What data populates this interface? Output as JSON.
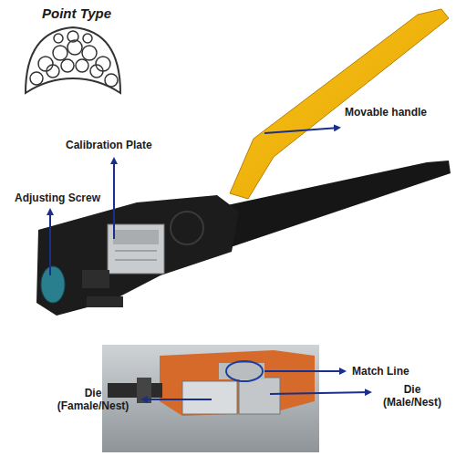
{
  "diagram": {
    "labels": [
      "Point Type",
      "Movable handle",
      "Calibration Plate",
      "Adjusting Screw",
      "Match Line",
      "Die (Famale/Nest)",
      "Die (Male/Nest)"
    ]
  }
}
